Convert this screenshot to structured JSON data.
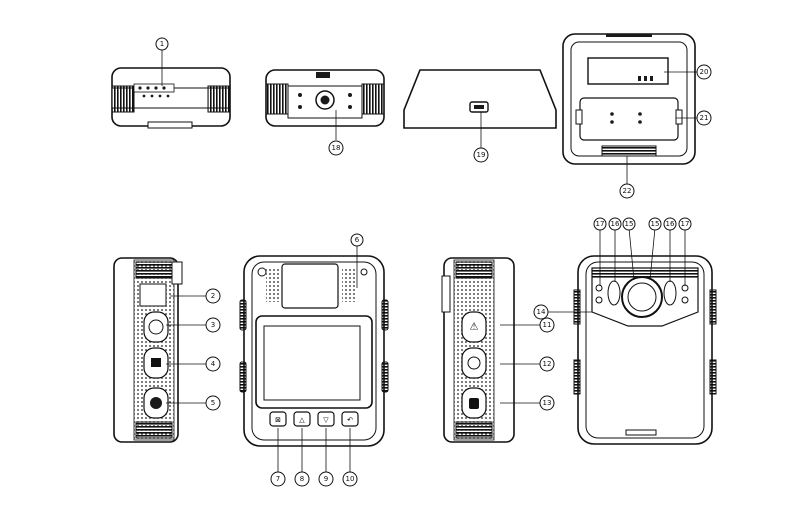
{
  "callouts": {
    "c1": "1",
    "c2": "2",
    "c3": "3",
    "c4": "4",
    "c5": "5",
    "c6": "6",
    "c7": "7",
    "c8": "8",
    "c9": "9",
    "c10": "10",
    "c11": "11",
    "c12": "12",
    "c13": "13",
    "c14": "14",
    "c15a": "15",
    "c15b": "15",
    "c16a": "16",
    "c16b": "16",
    "c17a": "17",
    "c17b": "17",
    "c18": "18",
    "c19": "19",
    "c20": "20",
    "c21": "21",
    "c22": "22"
  },
  "colors": {
    "line": "#111111",
    "fill": "#ffffff",
    "dark": "#1a1a1a"
  }
}
